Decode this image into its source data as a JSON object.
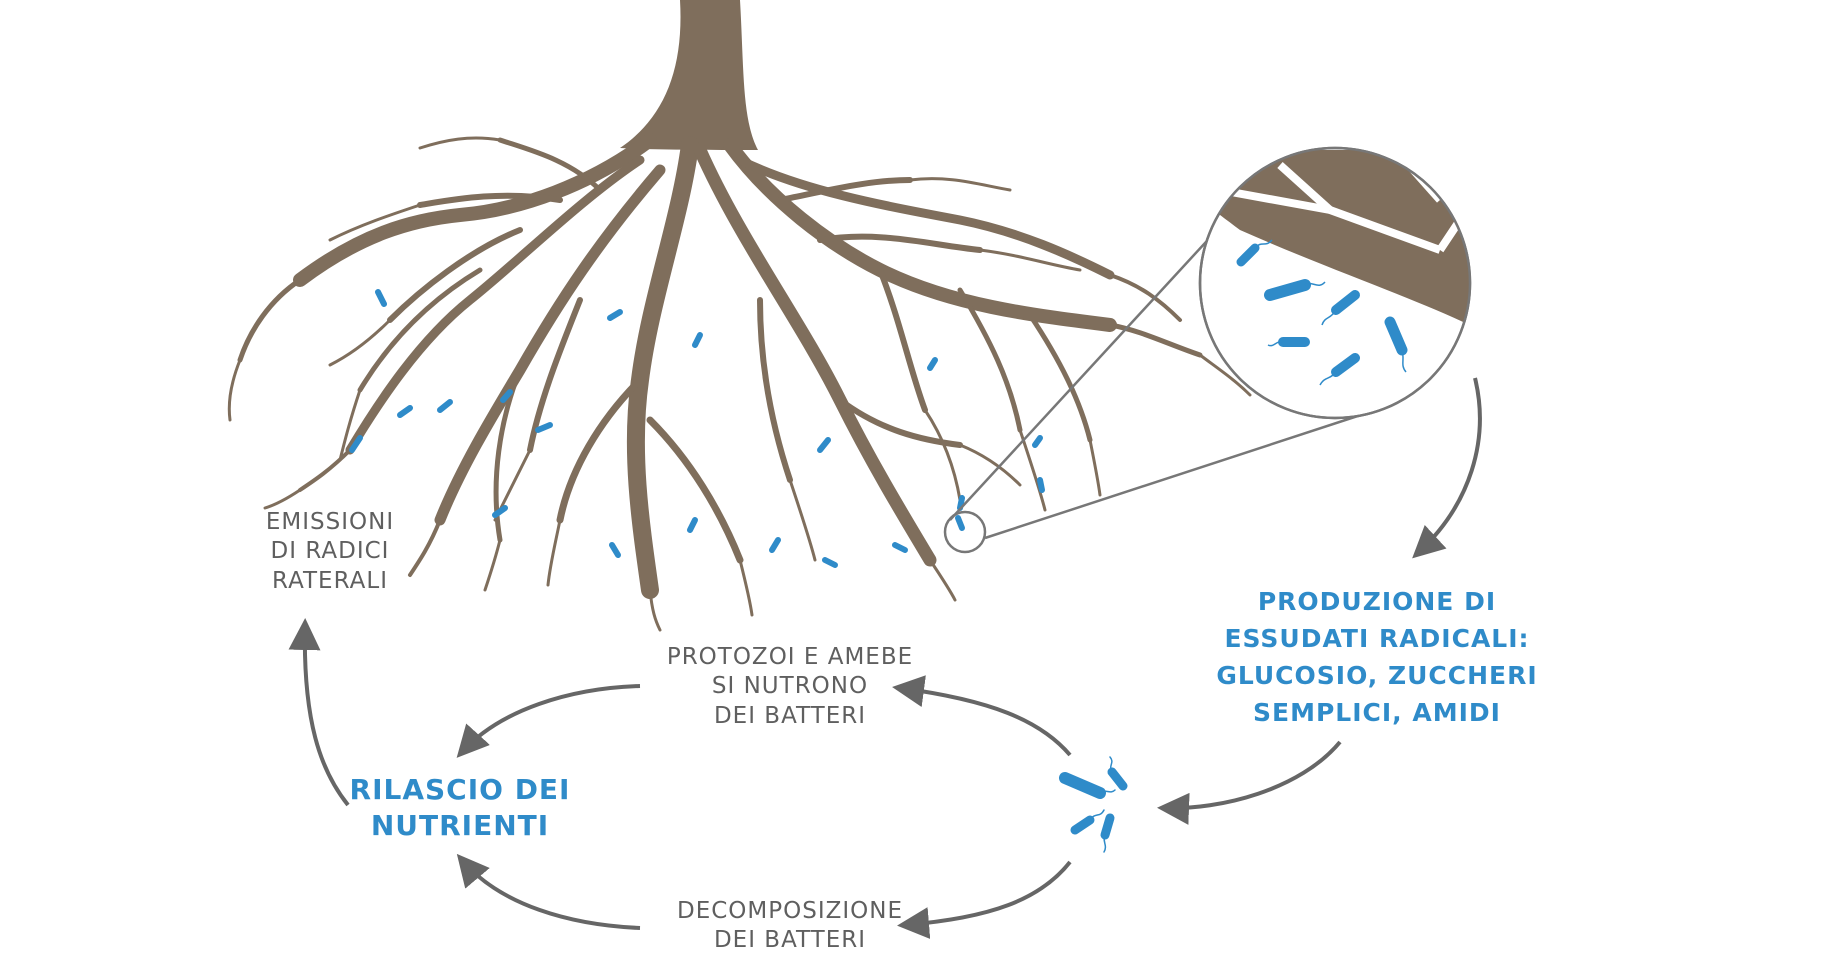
{
  "labels": {
    "emissioni": [
      "EMISSIONI",
      "DI RADICI",
      "RATERALI"
    ],
    "produzione": [
      "PRODUZIONE DI",
      "ESSUDATI RADICALI:",
      "GLUCOSIO, ZUCCHERI",
      "SEMPLICI, AMIDI"
    ],
    "protozoi": [
      "PROTOZOI E AMEBE",
      "SI NUTRONO",
      "DEI BATTERI"
    ],
    "rilascio": [
      "RILASCIO DEI",
      "NUTRIENTI"
    ],
    "decomposizione": [
      "DECOMPOSIZIONE",
      "DEI BATTERI"
    ]
  },
  "colors": {
    "root": "#7f6e5c",
    "bacteria": "#2f8bc9",
    "arrow": "#666666",
    "outline": "#777777",
    "label_gray": "#5f5f5f",
    "label_blue": "#2f8bc9"
  },
  "icons": [
    "tree-root-illustration",
    "magnifier-circle-icon",
    "bacteria-icon",
    "cycle-arrow-icon"
  ]
}
